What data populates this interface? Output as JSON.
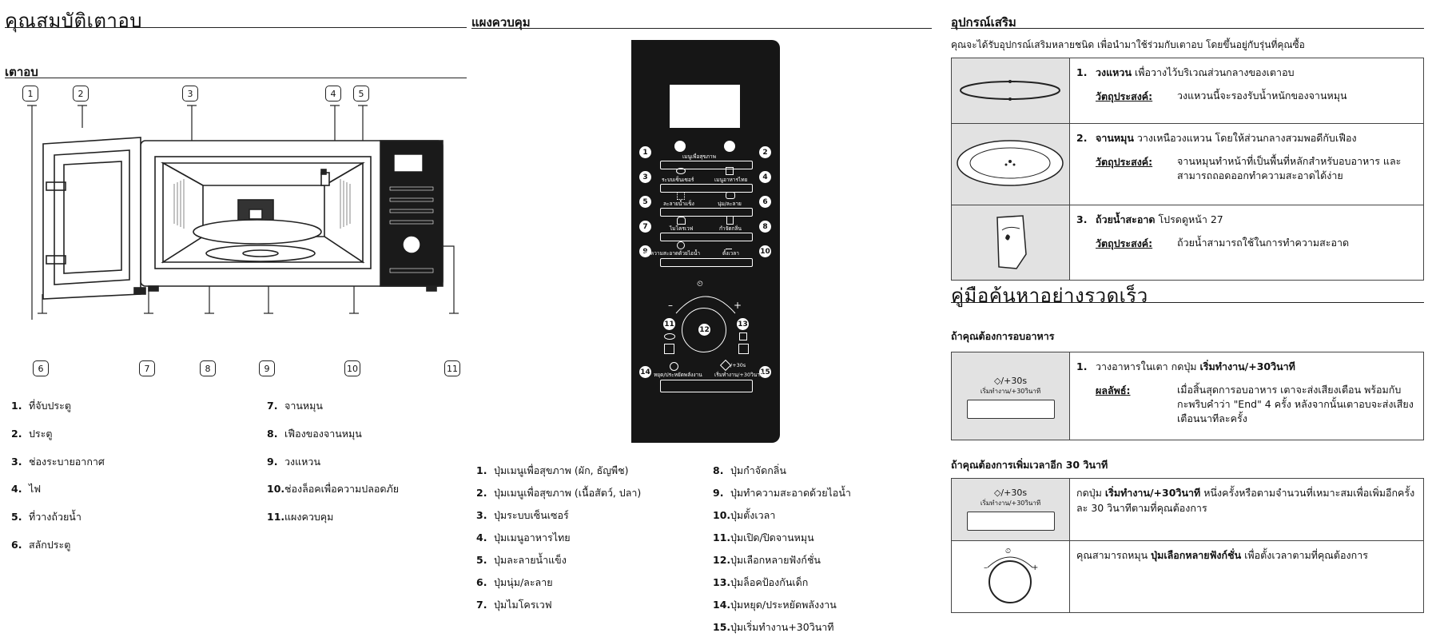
{
  "features": {
    "title": "คุณสมบัติเตาอบ",
    "subtitle": "เตาอบ",
    "callouts": [
      "1",
      "2",
      "3",
      "4",
      "5",
      "6",
      "7",
      "8",
      "9",
      "10",
      "11"
    ],
    "parts": [
      {
        "num": "1.",
        "label": "ที่จับประตู"
      },
      {
        "num": "2.",
        "label": "ประตู"
      },
      {
        "num": "3.",
        "label": "ช่องระบายอากาศ"
      },
      {
        "num": "4.",
        "label": "ไฟ"
      },
      {
        "num": "5.",
        "label": "ที่วางถ้วยน้ำ"
      },
      {
        "num": "6.",
        "label": "สลักประตู"
      },
      {
        "num": "7.",
        "label": "จานหมุน"
      },
      {
        "num": "8.",
        "label": "เฟืองของจานหมุน"
      },
      {
        "num": "9.",
        "label": "วงแหวน"
      },
      {
        "num": "10.",
        "label": "ช่องล็อคเพื่อความปลอดภัย"
      },
      {
        "num": "11.",
        "label": "แผงควบคุม"
      }
    ]
  },
  "control_panel": {
    "title": "แผงควบคุม",
    "panel_numbers": [
      "1",
      "2",
      "3",
      "4",
      "5",
      "6",
      "7",
      "8",
      "9",
      "10",
      "11",
      "12",
      "13",
      "14",
      "15"
    ],
    "panel_labels": {
      "l1": "เมนูเพื่อสุขภาพ",
      "l3": "ระบบเซ็นเซอร์",
      "l4": "เมนูอาหารไทย",
      "l5": "ละลายน้ำแข็ง",
      "l6": "นุ่ม/ละลาย",
      "l7": "ไมโครเวฟ",
      "l8": "กำจัดกลิ่น",
      "l9": "ทำความสะอาดด้วยไอน้ำ",
      "l10": "ตั้งเวลา",
      "l14": "หยุด/ประหยัดพลังงาน",
      "l15": "เริ่มทำงาน/+30วินาที",
      "minus": "–",
      "plus": "+",
      "plus30": "/+30s"
    },
    "buttons": [
      {
        "num": "1.",
        "label": "ปุ่มเมนูเพื่อสุขภาพ (ผัก, ธัญพืช)"
      },
      {
        "num": "2.",
        "label": "ปุ่มเมนูเพื่อสุขภาพ (เนื้อสัตว์, ปลา)"
      },
      {
        "num": "3.",
        "label": "ปุ่มระบบเซ็นเซอร์"
      },
      {
        "num": "4.",
        "label": "ปุ่มเมนูอาหารไทย"
      },
      {
        "num": "5.",
        "label": "ปุ่มละลายน้ำแข็ง"
      },
      {
        "num": "6.",
        "label": "ปุ่มนุ่ม/ละลาย"
      },
      {
        "num": "7.",
        "label": "ปุ่มไมโครเวฟ"
      },
      {
        "num": "8.",
        "label": "ปุ่มกำจัดกลิ่น"
      },
      {
        "num": "9.",
        "label": "ปุ่มทำความสะอาดด้วยไอน้ำ"
      },
      {
        "num": "10.",
        "label": "ปุ่มตั้งเวลา"
      },
      {
        "num": "11.",
        "label": "ปุ่มเปิด/ปิดจานหมุน"
      },
      {
        "num": "12.",
        "label": "ปุ่มเลือกหลายฟังก์ชั่น"
      },
      {
        "num": "13.",
        "label": "ปุ่มล็อคป้องกันเด็ก"
      },
      {
        "num": "14.",
        "label": "ปุ่มหยุด/ประหยัดพลังงาน"
      },
      {
        "num": "15.",
        "label": "ปุ่มเริ่มทำงาน+30วินาที"
      }
    ]
  },
  "accessories": {
    "title": "อุปกรณ์เสริม",
    "intro": "คุณจะได้รับอุปกรณ์เสริมหลายชนิด เพื่อนำมาใช้ร่วมกับเตาอบ โดยขึ้นอยู่กับรุ่นที่คุณซื้อ",
    "purpose_label": "วัตถุประสงค์:",
    "items": [
      {
        "num": "1.",
        "name": "วงแหวน",
        "desc": " เพื่อวางไว้บริเวณส่วนกลางของเตาอบ",
        "purpose": "วงแหวนนี้จะรองรับน้ำหนักของจานหมุน"
      },
      {
        "num": "2.",
        "name": "จานหมุน",
        "desc": " วางเหนือวงแหวน โดยให้ส่วนกลางสวมพอดีกับเฟือง",
        "purpose": "จานหมุนทำหน้าที่เป็นพื้นที่หลักสำหรับอบอาหาร และสามารถถอดออกทำความสะอาดได้ง่าย"
      },
      {
        "num": "3.",
        "name": "ถ้วยน้ำสะอาด",
        "desc": " โปรดดูหน้า 27",
        "purpose": "ถ้วยน้ำสามารถใช้ในการทำความสะอาด"
      }
    ]
  },
  "quick": {
    "title": "คู่มือค้นหาอย่างรวดเร็ว",
    "cook_heading": "ถ้าคุณต้องการอบอาหาร",
    "cook_step_num": "1.",
    "cook_step_a": "วางอาหารในเตา กดปุ่ม ",
    "cook_step_b": "เริ่มทำงาน/+30วินาที",
    "result_label": "ผลลัพธ์:",
    "result_text": "เมื่อสิ้นสุดการอบอาหาร เตาจะส่งเสียงเตือน พร้อมกับกะพริบคำว่า \"End\" 4 ครั้ง หลังจากนั้นเตาอบจะส่งเสียงเตือนนาทีละครั้ง",
    "btn_icon_label": "/+30s",
    "btn_caption": "เริ่มทำงาน/+30วินาที",
    "add_heading": "ถ้าคุณต้องการเพิ่มเวลาอีก 30 วินาที",
    "add_text_a": "กดปุ่ม ",
    "add_text_b": "เริ่มทำงาน/+30วินาที",
    "add_text_c": " หนึ่งครั้งหรือตามจำนวนที่เหมาะสมเพื่อเพิ่มอีกครั้งละ 30 วินาทีตามที่คุณต้องการ",
    "dial_text_a": "คุณสามารถหมุน ",
    "dial_text_b": "ปุ่มเลือกหลายฟังก์ชั่น",
    "dial_text_c": " เพื่อตั้งเวลาตามที่คุณต้องการ",
    "dial_minus": "–",
    "dial_plus": "+"
  }
}
